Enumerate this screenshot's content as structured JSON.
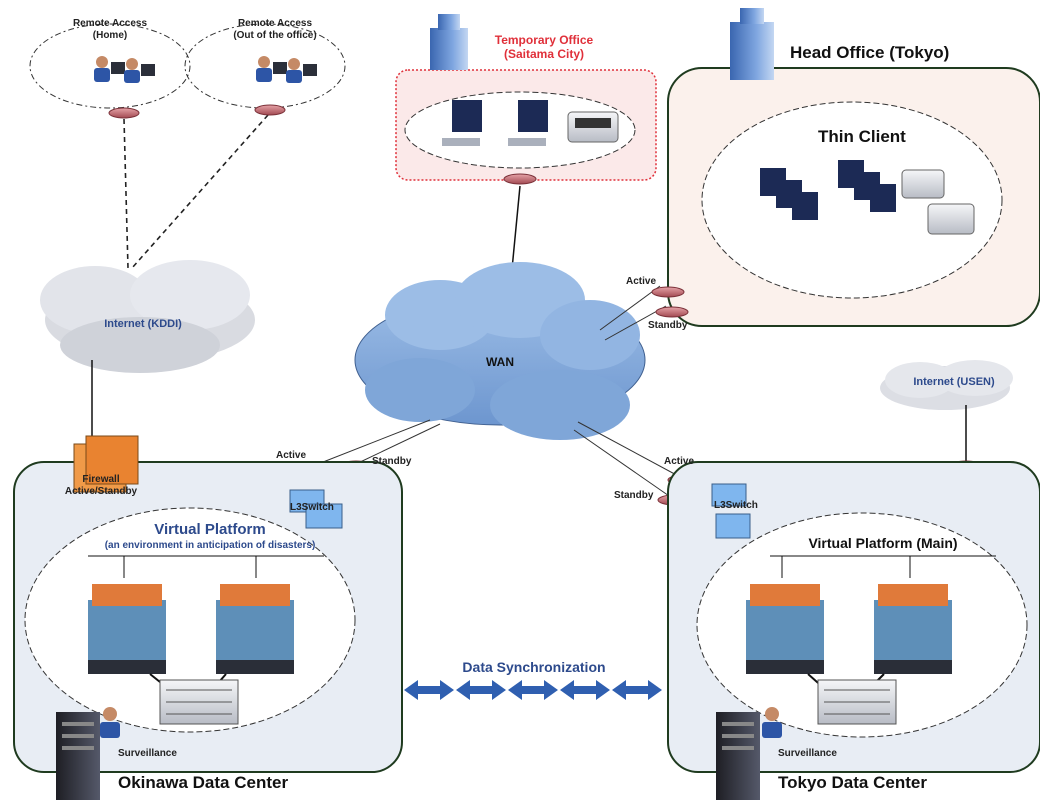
{
  "remote_access": {
    "home": {
      "title": "Remote Access",
      "sub": "(Home)"
    },
    "office": {
      "title": "Remote Access",
      "sub": "(Out of the office)"
    }
  },
  "temporary_office": {
    "title": "Temporary Office",
    "sub": "(Saitama City)"
  },
  "head_office": {
    "title": "Head Office (Tokyo)",
    "thin_client": "Thin Client"
  },
  "internet_kddi": "Internet (KDDI)",
  "internet_usen": "Internet (USEN)",
  "wan": "WAN",
  "wan_links": {
    "head_active": "Active",
    "head_standby": "Standby",
    "okinawa_active": "Active",
    "okinawa_standby": "Standby",
    "tokyo_active": "Active",
    "tokyo_standby": "Standby"
  },
  "firewall": {
    "line1": "Firewall",
    "line2": "Active/Standby"
  },
  "l3switch": "L3Switch",
  "okinawa": {
    "platform_title": "Virtual Platform",
    "platform_sub": "(an environment in anticipation of disasters)",
    "surveillance": "Surveillance",
    "name": "Okinawa Data Center"
  },
  "tokyo": {
    "platform_title": "Virtual Platform (Main)",
    "surveillance": "Surveillance",
    "name": "Tokyo Data Center"
  },
  "data_sync": "Data Synchronization",
  "colors": {
    "wan_cloud": "#7fa6d8",
    "dc_fill": "#e8edf4",
    "dc_border": "#1f3b1f",
    "head_office_fill": "#fbf1ec",
    "temp_office_border": "#e0303a",
    "temp_office_fill": "#fbe9e9",
    "label_blue": "#2d4a8c",
    "label_red": "#e0303a",
    "router": "#c9737a",
    "arrow_blue": "#2f5fb0"
  }
}
